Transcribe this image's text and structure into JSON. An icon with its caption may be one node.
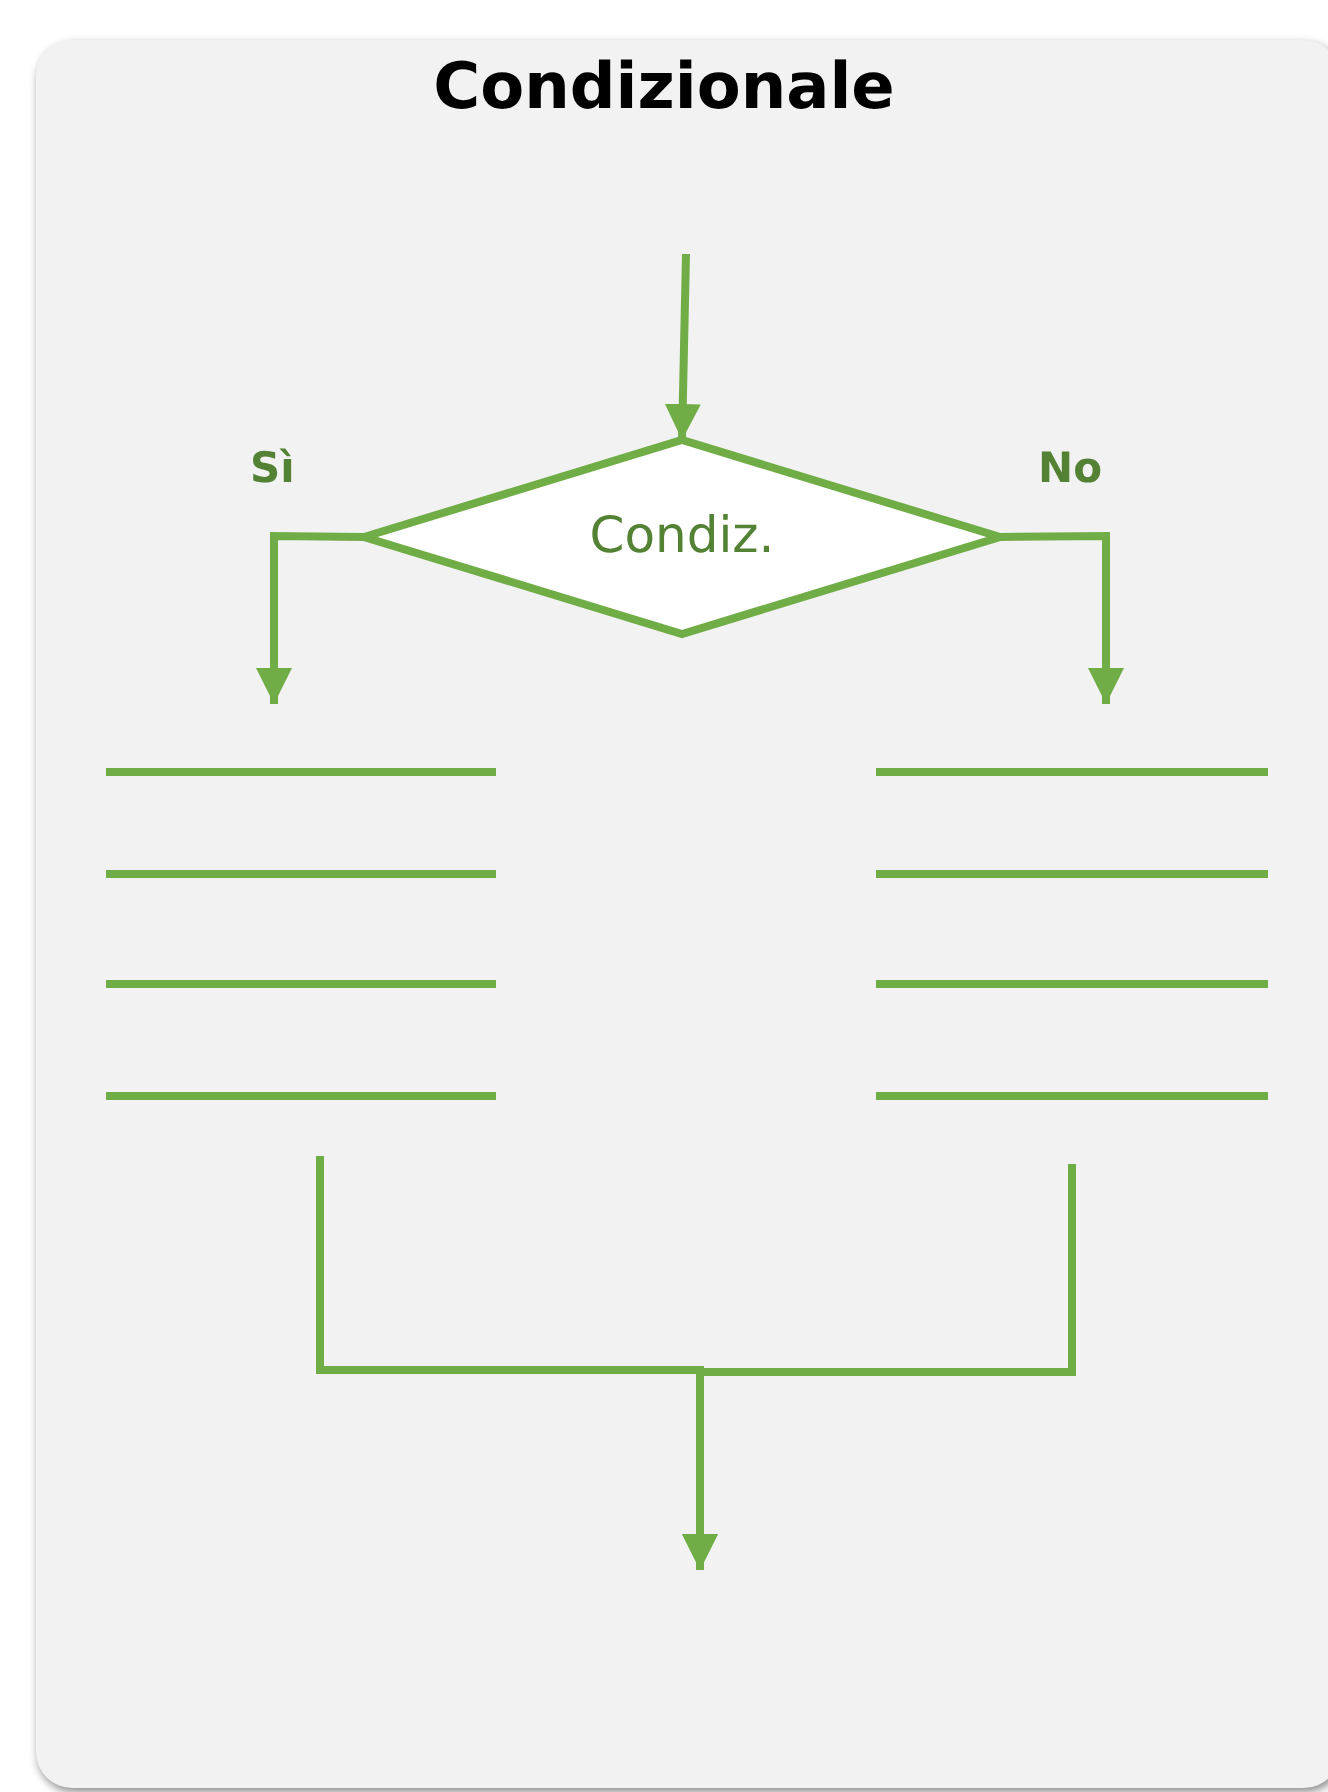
{
  "diagram": {
    "title": "Condizionale",
    "nodes": [
      {
        "text": [
          "Condiz."
        ]
      },
      {
        "text": [],
        "shape": "lines"
      },
      {
        "text": [],
        "shape": "lines"
      }
    ],
    "edges": [
      {
        "from": null,
        "to": 0,
        "arrow": "to"
      },
      {
        "from": 0,
        "to": 1,
        "arrow": "to",
        "label": "Sì"
      },
      {
        "from": 0,
        "to": 2,
        "arrow": "to",
        "label": "No"
      },
      {
        "from": 1,
        "to": null,
        "arrow": "to"
      },
      {
        "from": 2,
        "to": null,
        "arrow": "to"
      }
    ]
  }
}
